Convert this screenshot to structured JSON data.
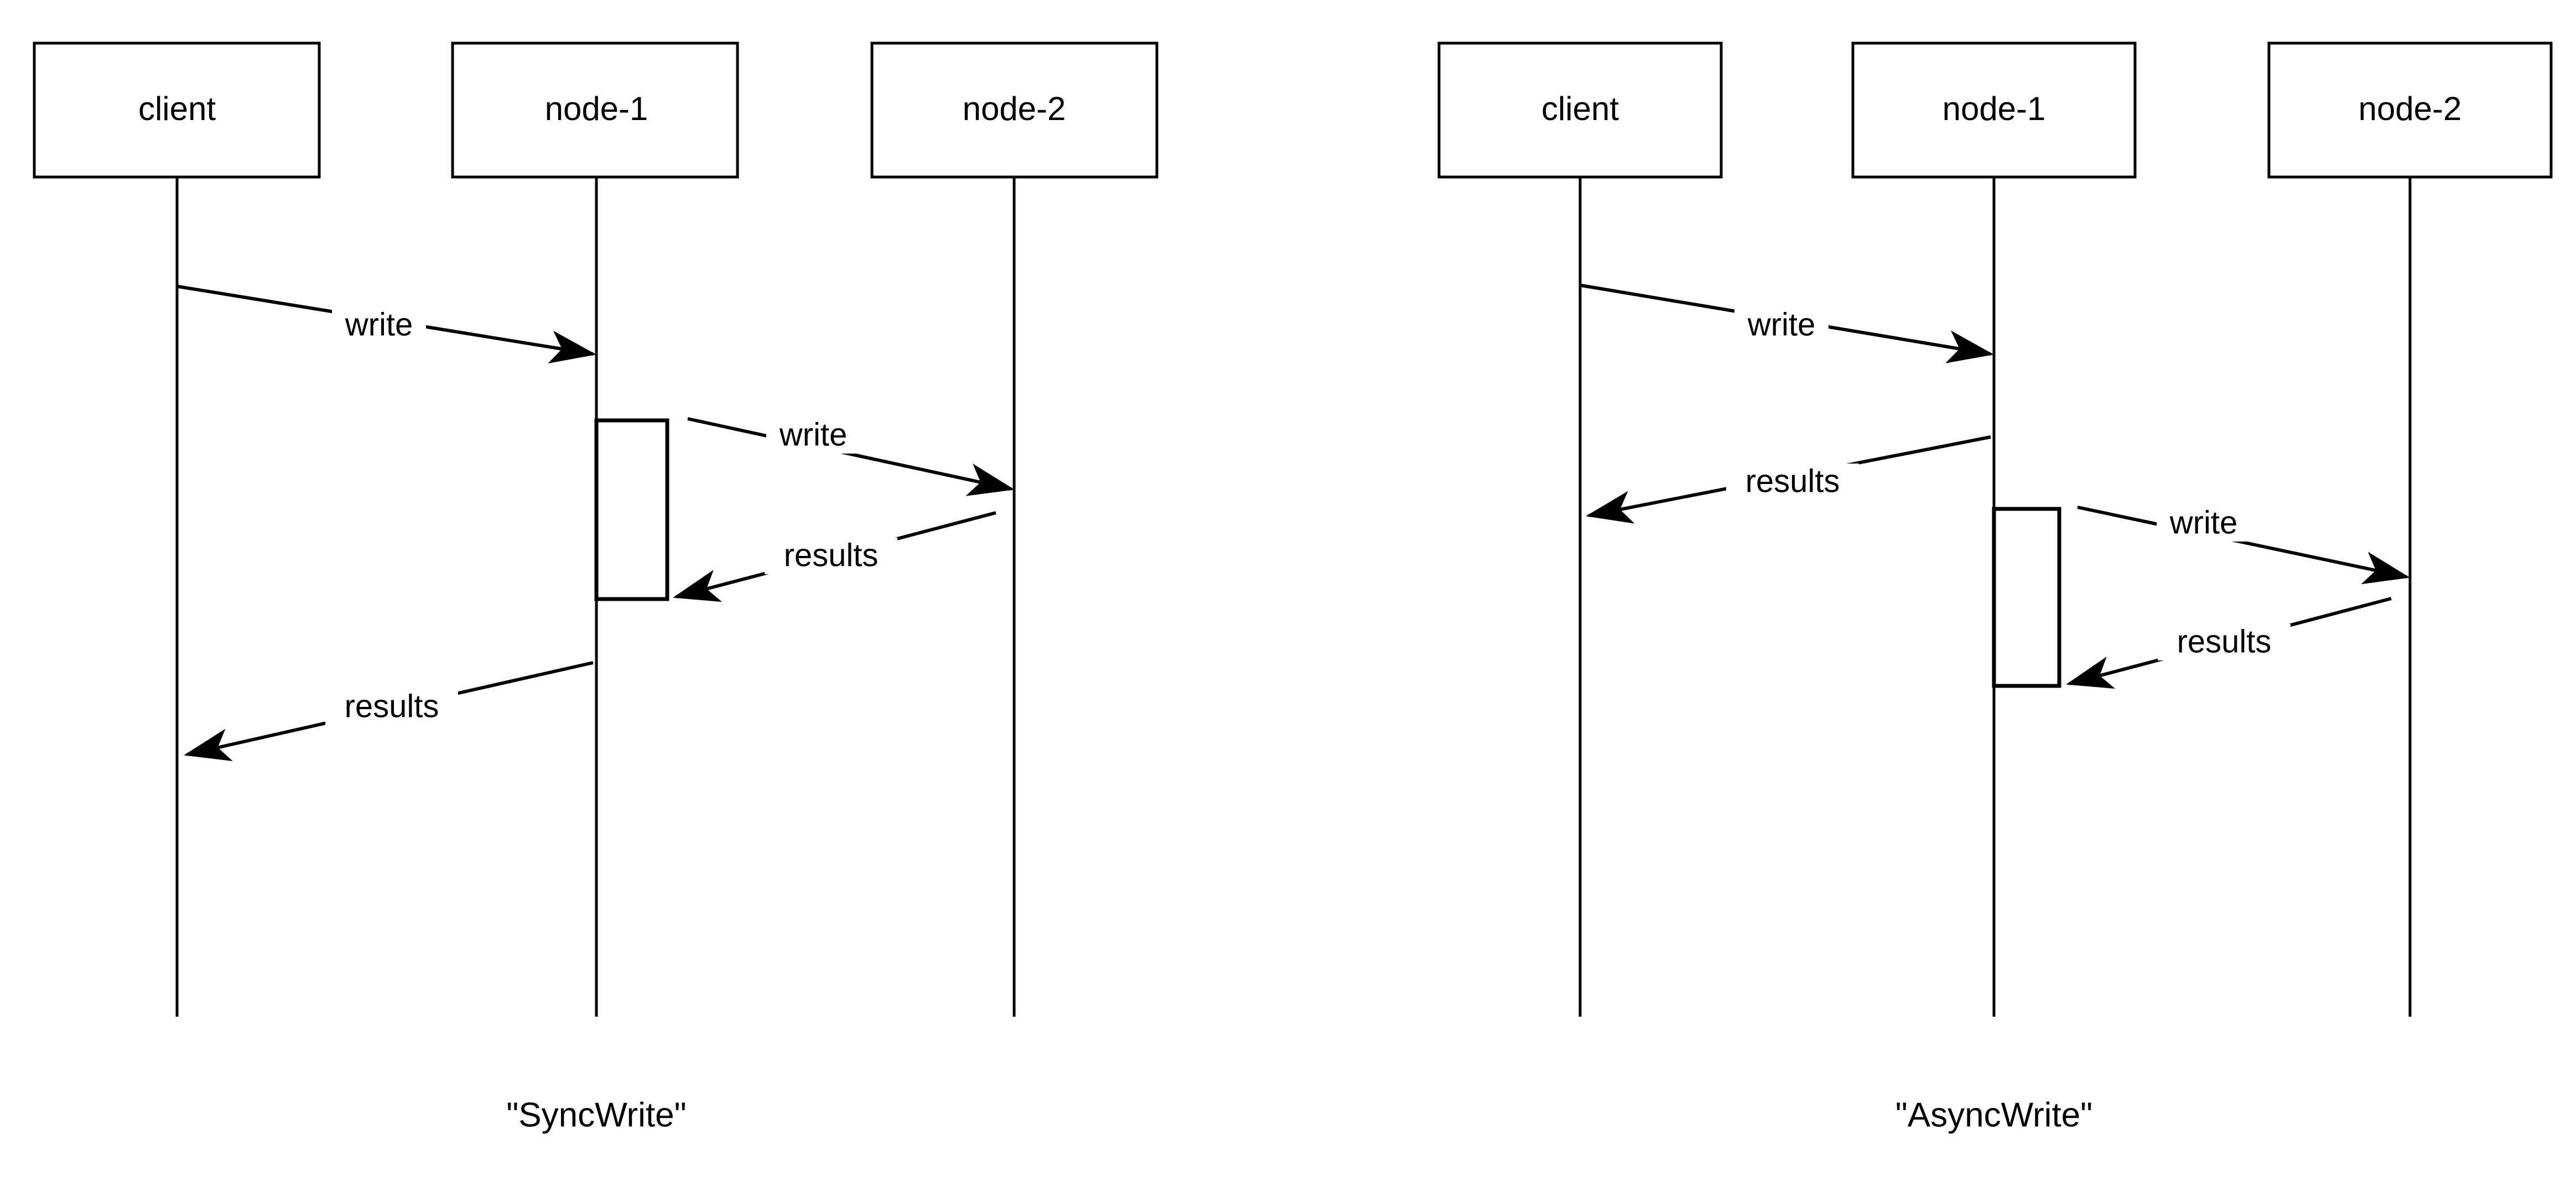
{
  "background_color": "#ffffff",
  "stroke_color": "#000000",
  "diagrams": [
    {
      "id": "sync-write",
      "caption": "\"SyncWrite\"",
      "participants": [
        {
          "name": "client",
          "label": "client"
        },
        {
          "name": "node-1",
          "label": "node-1"
        },
        {
          "name": "node-2",
          "label": "node-2"
        }
      ],
      "messages": [
        {
          "label": "write",
          "from": "client",
          "to": "node-1",
          "direction": "right"
        },
        {
          "label": "write",
          "from": "node-1",
          "to": "node-2",
          "direction": "right"
        },
        {
          "label": "results",
          "from": "node-2",
          "to": "node-1",
          "direction": "left"
        },
        {
          "label": "results",
          "from": "node-1",
          "to": "client",
          "direction": "left"
        }
      ],
      "activation": {
        "on": "node-1"
      }
    },
    {
      "id": "async-write",
      "caption": "\"AsyncWrite\"",
      "participants": [
        {
          "name": "client",
          "label": "client"
        },
        {
          "name": "node-1",
          "label": "node-1"
        },
        {
          "name": "node-2",
          "label": "node-2"
        }
      ],
      "messages": [
        {
          "label": "write",
          "from": "client",
          "to": "node-1",
          "direction": "right"
        },
        {
          "label": "results",
          "from": "node-1",
          "to": "client",
          "direction": "left"
        },
        {
          "label": "write",
          "from": "node-1",
          "to": "node-2",
          "direction": "right"
        },
        {
          "label": "results",
          "from": "node-2",
          "to": "node-1",
          "direction": "left"
        }
      ],
      "activation": {
        "on": "node-1"
      }
    }
  ],
  "left": {
    "participants": {
      "client": "client",
      "node1": "node-1",
      "node2": "node-2"
    },
    "messages": {
      "m1": "write",
      "m2": "write",
      "m3": "results",
      "m4": "results"
    },
    "caption": "\"SyncWrite\""
  },
  "right": {
    "participants": {
      "client": "client",
      "node1": "node-1",
      "node2": "node-2"
    },
    "messages": {
      "m1": "write",
      "m2": "results",
      "m3": "write",
      "m4": "results"
    },
    "caption": "\"AsyncWrite\""
  }
}
